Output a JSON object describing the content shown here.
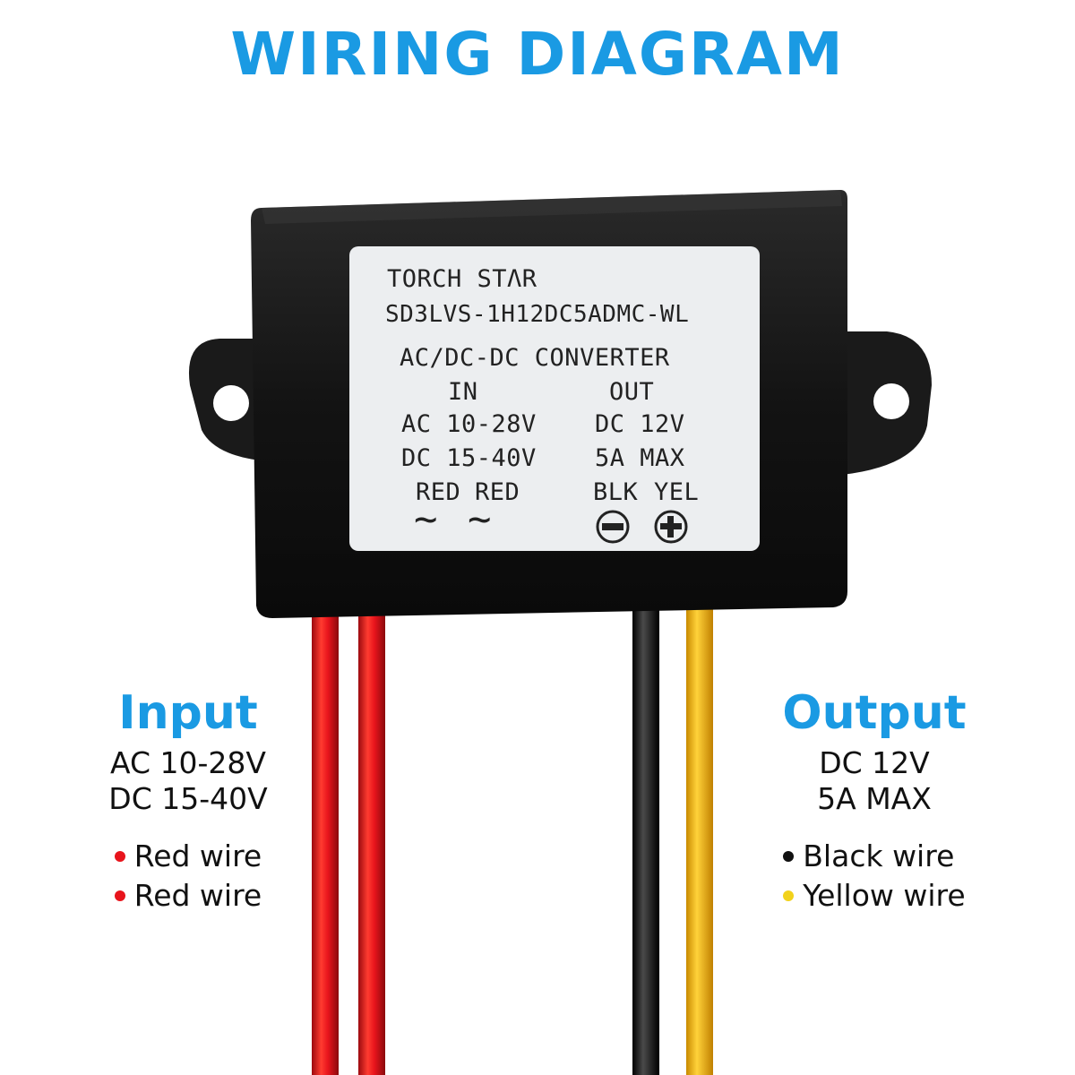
{
  "title": "WIRING DIAGRAM",
  "label": {
    "brand": "TORCH STΛR",
    "model": "SD3LVS-1H12DC5ADMC-WL",
    "type": "AC/DC-DC CONVERTER",
    "in_header": "IN",
    "out_header": "OUT",
    "in_ac": "AC 10-28V",
    "in_dc": "DC 15-40V",
    "out_dc": "DC 12V",
    "out_max": "5A MAX",
    "in_wire_1": "RED",
    "in_wire_2": "RED",
    "out_wire_1": "BLK",
    "out_wire_2": "YEL",
    "ac_symbol_1": "~",
    "ac_symbol_2": "~"
  },
  "input": {
    "heading": "Input",
    "spec_1": "AC 10-28V",
    "spec_2": "DC 15-40V",
    "wires": [
      {
        "label": "Red wire",
        "color": "#e8141c"
      },
      {
        "label": "Red wire",
        "color": "#e8141c"
      }
    ]
  },
  "output": {
    "heading": "Output",
    "spec_1": "DC 12V",
    "spec_2": "5A MAX",
    "wires": [
      {
        "label": "Black wire",
        "color": "#111111"
      },
      {
        "label": "Yellow wire",
        "color": "#f2d21b"
      }
    ]
  },
  "colors": {
    "accent": "#1a9ae3",
    "red_wire": "#e8141c",
    "black_wire": "#1a1a1a",
    "yellow_wire": "#f2b40c",
    "housing": "#151515"
  }
}
